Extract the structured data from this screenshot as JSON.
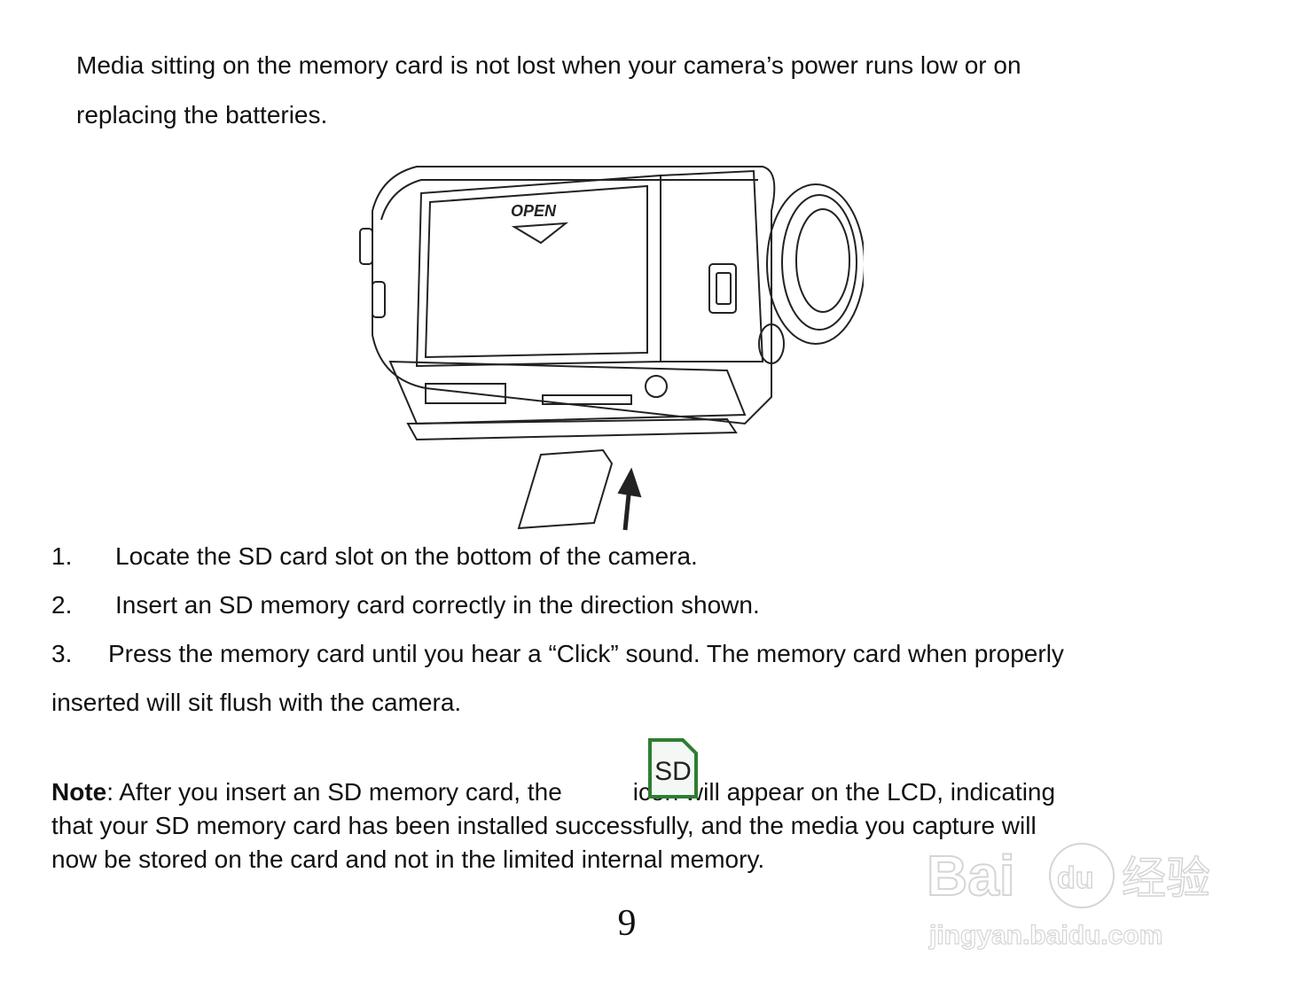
{
  "intro": {
    "line1": "Media sitting on the memory card is not lost when your camera’s power runs low or on",
    "line2": "replacing the batteries."
  },
  "illustration": {
    "label": "OPEN"
  },
  "steps": [
    {
      "num": "1.",
      "text": "Locate the SD card slot on the bottom of the camera."
    },
    {
      "num": "2.",
      "text": "Insert an SD memory card correctly in the direction shown."
    },
    {
      "num": "3.",
      "text": "Press the memory card until you hear a “Click” sound. The memory card when properly",
      "cont": "inserted will sit flush with the camera."
    }
  ],
  "note": {
    "label": "Note",
    "part1": ": After you insert an SD memory card, the",
    "part2": "icon will appear on the LCD, indicating",
    "line2": "that your SD memory card has been installed successfully, and the media you capture will",
    "line3": "now be stored on the card and not in the limited internal memory."
  },
  "sd_icon": {
    "text": "SD",
    "border_color": "#2e7d32",
    "icon": "sd-card-icon"
  },
  "page_number": "9",
  "watermark": {
    "brand": "Bai du 经验",
    "url": "jingyan.baidu.com"
  }
}
